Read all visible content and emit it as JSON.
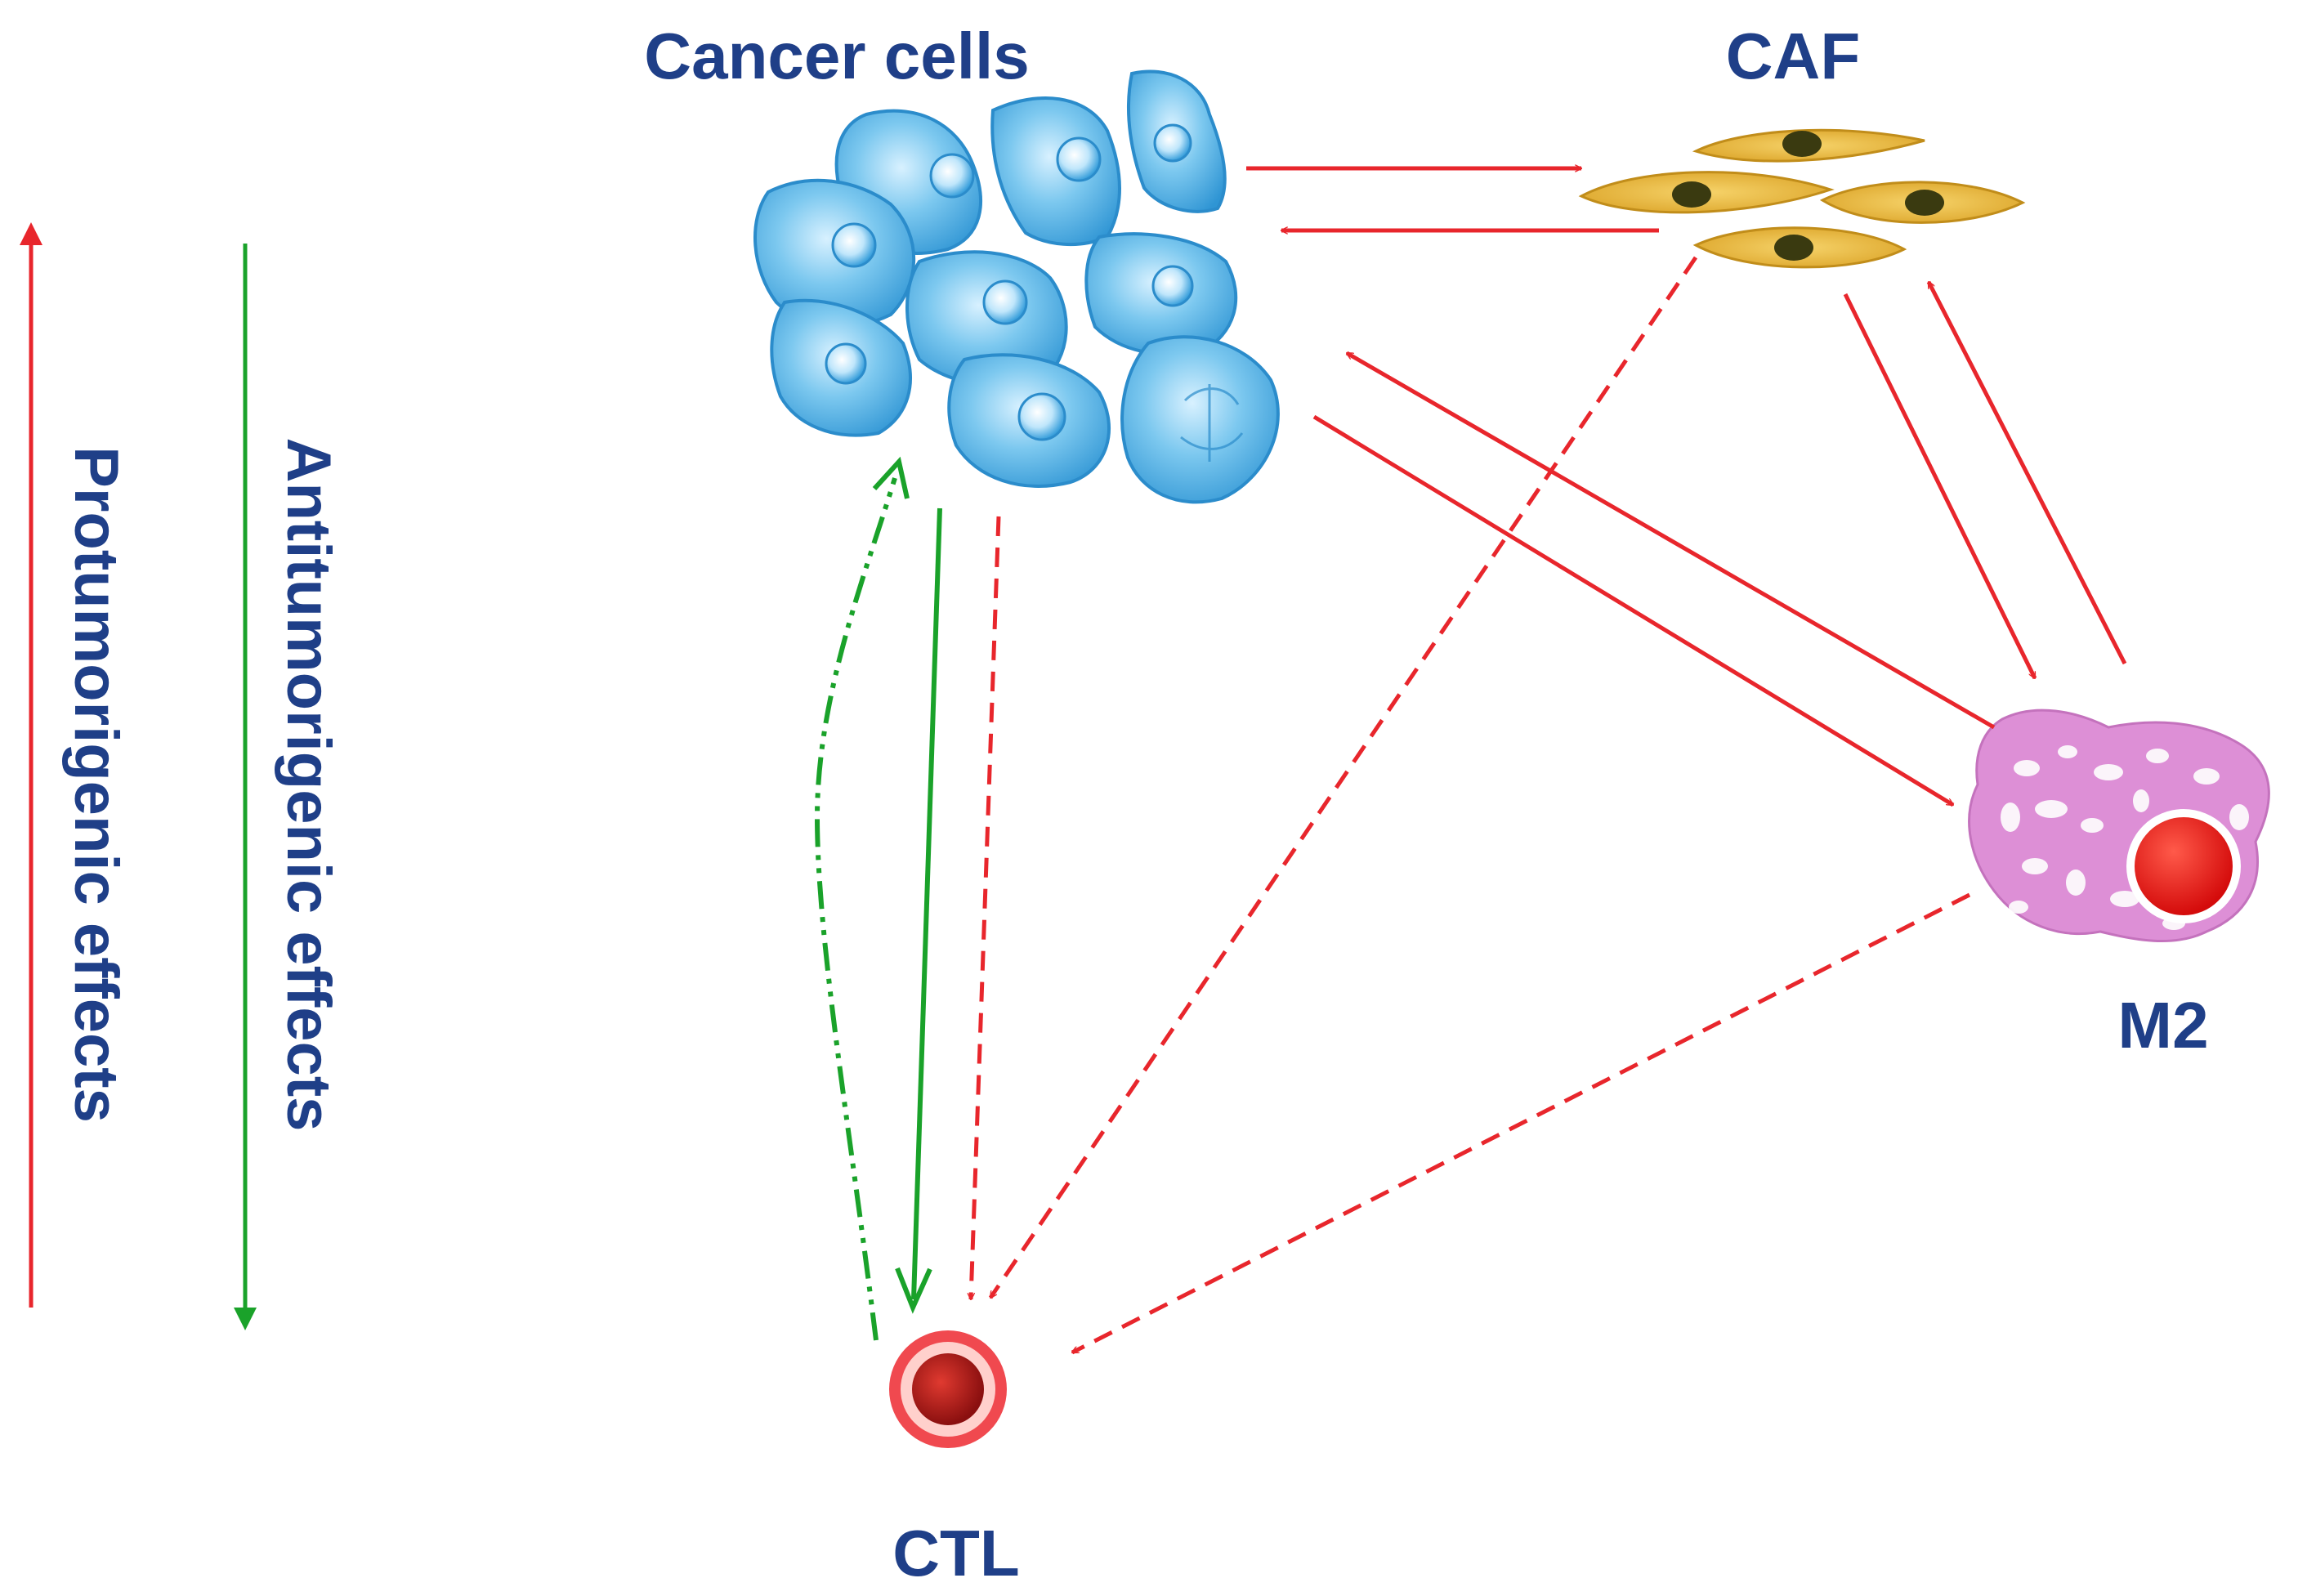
{
  "labels": {
    "cancer_cells": "Cancer cells",
    "caf": "CAF",
    "m2": "M2",
    "ctl": "CTL"
  },
  "legend": {
    "protumorigenic": "Protumorigenic effects",
    "antitumorigenic": "Antitumorigenic effects"
  },
  "colors": {
    "label_text": "#1f3f88",
    "protumorigenic_arrow": "#e8262c",
    "antitumorigenic_arrow": "#1aa22a",
    "cancer_cell_fill": "#4fb0e3",
    "caf_fill": "#e8b73a",
    "m2_fill": "#dd8fd6",
    "ctl_fill": "#d11a1a"
  }
}
